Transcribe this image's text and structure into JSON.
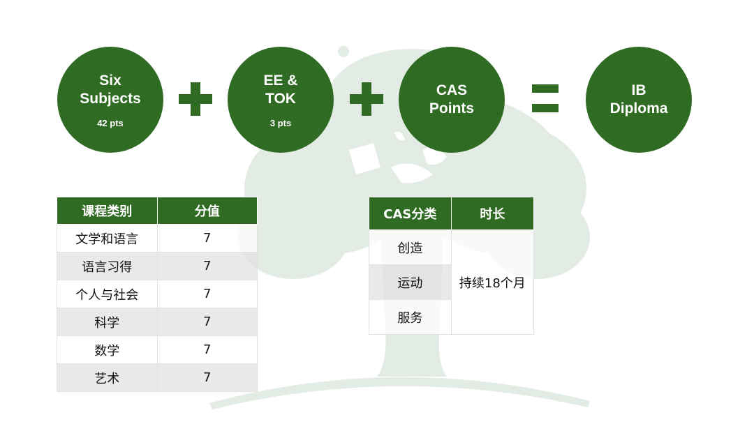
{
  "formula": {
    "circles": [
      {
        "lines": [
          "Six",
          "Subjects"
        ],
        "pts": "42 pts"
      },
      {
        "lines": [
          "EE &",
          "TOK"
        ],
        "pts": "3 pts"
      },
      {
        "lines": [
          "CAS",
          "Points"
        ],
        "pts": ""
      },
      {
        "lines": [
          "IB",
          "Diploma"
        ],
        "pts": ""
      }
    ]
  },
  "subjects_table": {
    "headers": [
      "课程类别",
      "分值"
    ],
    "rows": [
      [
        "文学和语言",
        "7"
      ],
      [
        "语言习得",
        "7"
      ],
      [
        "个人与社会",
        "7"
      ],
      [
        "科学",
        "7"
      ],
      [
        "数学",
        "7"
      ],
      [
        "艺术",
        "7"
      ]
    ]
  },
  "cas_table": {
    "headers": [
      "CAS分类",
      "时长"
    ],
    "categories": [
      "创造",
      "运动",
      "服务"
    ],
    "duration": "持续18个月"
  },
  "colors": {
    "green": "#2f6b22",
    "tree_watermark": "#dfe9e2"
  },
  "icons": [
    "tree-watermark",
    "plus-icon",
    "equals-icon"
  ]
}
